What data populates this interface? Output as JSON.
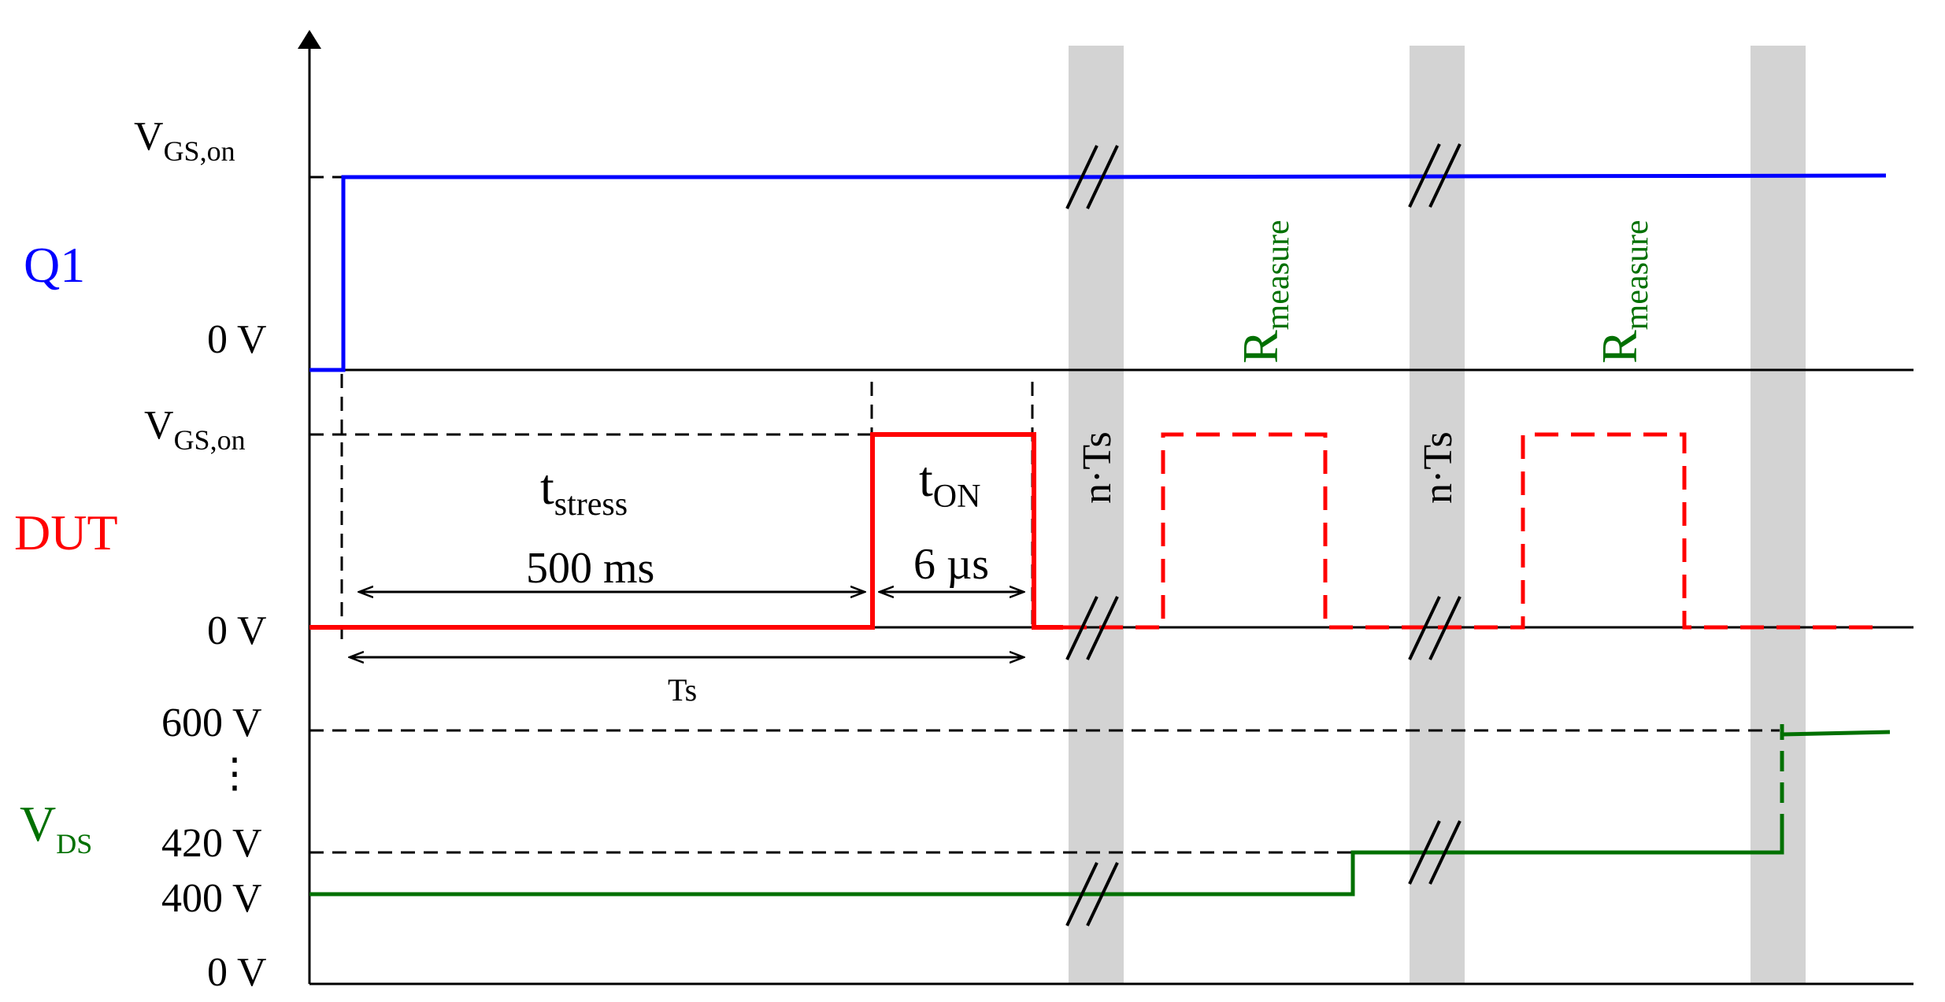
{
  "colors": {
    "q1": "#0000ff",
    "dut": "#ff0000",
    "vds": "#007000",
    "break_band": "#d3d3d3"
  },
  "signals": {
    "q1": "Q1",
    "dut": "DUT",
    "vds_main": "V",
    "vds_sub": "DS"
  },
  "levels": {
    "q1_high_main": "V",
    "q1_high_sub": "GS,on",
    "q1_zero": "0 V",
    "dut_high_main": "V",
    "dut_high_sub": "GS,on",
    "dut_zero": "0 V",
    "vds_600": "600 V",
    "vds_ellipsis": "⋮",
    "vds_420": "420 V",
    "vds_400": "400 V",
    "vds_zero": "0 V"
  },
  "annotations": {
    "t_stress_main": "t",
    "t_stress_sub": "stress",
    "t_stress_value": "500 ms",
    "t_on_main": "t",
    "t_on_sub": "ON",
    "t_on_value": "6 µs",
    "period": "Ts",
    "gap_label_1": "n·Ts",
    "gap_label_2": "n·Ts",
    "r_measure_main": "R",
    "r_measure_sub": "measure"
  }
}
